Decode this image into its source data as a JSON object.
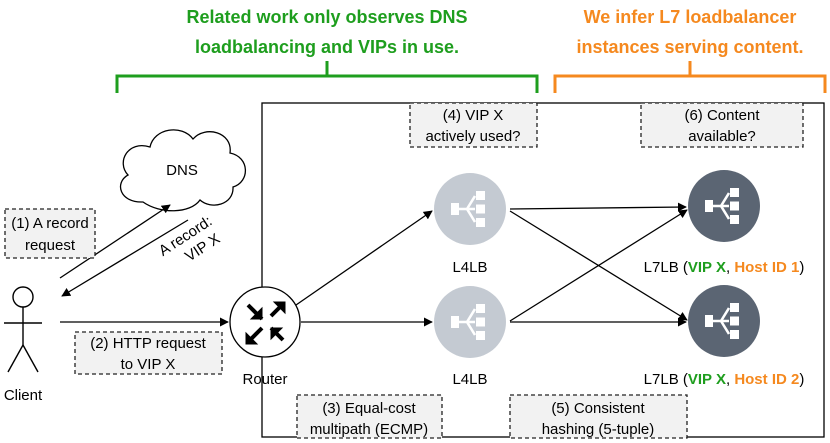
{
  "colors": {
    "green": "#1e9e1e",
    "orange": "#f5891f",
    "lb_light": "#c4cad2",
    "lb_dark": "#5b6573",
    "note_fill": "#f2f2f2",
    "line": "#000000"
  },
  "header_left": {
    "line1": "Related work only observes DNS",
    "line2": "loadbalancing and VIPs in use."
  },
  "header_right": {
    "line1": "We infer L7 loadbalancer",
    "line2": "instances serving content."
  },
  "dns_label": "DNS",
  "client_label": "Client",
  "router_label": "Router",
  "l4lb_label": "L4LB",
  "l7lb": {
    "prefix": "L7LB (",
    "vip": "VIP X",
    "sep": ", ",
    "host1": "Host ID 1",
    "host2": "Host ID 2",
    "suffix": ")"
  },
  "a_record_response": {
    "line1": "A record:",
    "line2": "VIP X"
  },
  "notes": {
    "step1": {
      "line1": "(1) A record",
      "line2": "request"
    },
    "step2": {
      "line1": "(2) HTTP request",
      "line2": "to VIP X"
    },
    "step3": {
      "line1": "(3) Equal-cost",
      "line2": "multipath (ECMP)"
    },
    "step4": {
      "line1": "(4) VIP X",
      "line2": "actively used?"
    },
    "step5": {
      "line1": "(5) Consistent",
      "line2": "hashing (5-tuple)"
    },
    "step6": {
      "line1": "(6) Content",
      "line2": "available?"
    }
  }
}
